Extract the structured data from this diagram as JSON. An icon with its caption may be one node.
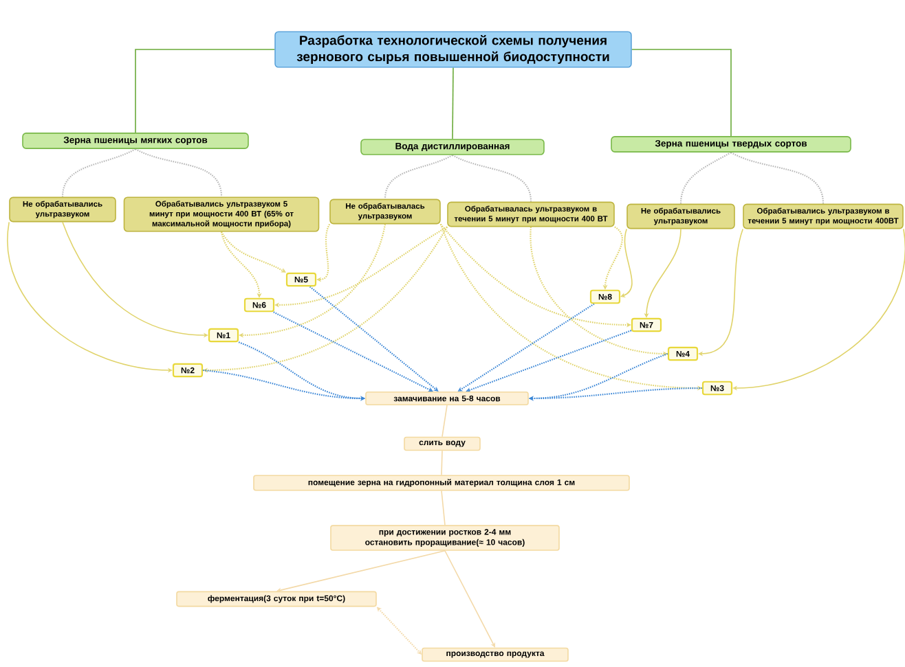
{
  "diagram": {
    "nodes": [
      {
        "text": [
          "Разработка технологической схемы получения зернового сырья повышенной биодоступности"
        ]
      },
      {
        "text": [
          "Зерна пшеницы мягких сортов"
        ]
      },
      {
        "text": [
          "Вода дистиллированная"
        ]
      },
      {
        "text": [
          "Зерна пшеницы твердых сортов"
        ]
      },
      {
        "text": [
          "Не обрабатывались ультразвуком"
        ]
      },
      {
        "text": [
          "Обрабатывались ультразвуком 5 минут при мощности 400 ВТ (65% от максимальной мощности прибора)"
        ]
      },
      {
        "text": [
          "Не обрабатывалась ультразвуком"
        ]
      },
      {
        "text": [
          "Обрабатывалась ультразвуком в течении 5 минут при мощности 400 ВТ"
        ]
      },
      {
        "text": [
          "Не обрабатывались ультразвуком"
        ]
      },
      {
        "text": [
          "Обрабатывались ультразвуком в течении 5 минут при мощности 400ВТ"
        ]
      },
      {
        "text": [
          "№5"
        ]
      },
      {
        "text": [
          "№6"
        ]
      },
      {
        "text": [
          "№1"
        ]
      },
      {
        "text": [
          "№2"
        ]
      },
      {
        "text": [
          "№8"
        ]
      },
      {
        "text": [
          "№7"
        ]
      },
      {
        "text": [
          "№4"
        ]
      },
      {
        "text": [
          "№3"
        ]
      },
      {
        "text": [
          "замачивание на 5-8 часов"
        ]
      },
      {
        "text": [
          "слить воду"
        ]
      },
      {
        "text": [
          "помещение зерна на гидропонный материал толщина слоя 1 см"
        ]
      },
      {
        "text": [
          "при достижении ростков 2-4 мм остановить проращивание(≈ 10 часов)"
        ]
      },
      {
        "text": [
          "ферментация(3 суток при t=50°С)"
        ]
      },
      {
        "text": [
          "производство продукта"
        ]
      }
    ],
    "edges": [
      {
        "from": 0,
        "to": 1,
        "arrow": "none",
        "color": "#6aaa3a"
      },
      {
        "from": 0,
        "to": 2,
        "arrow": "none",
        "color": "#6aaa3a"
      },
      {
        "from": 0,
        "to": 3,
        "arrow": "none",
        "color": "#6aaa3a"
      },
      {
        "from": 1,
        "to": 4,
        "arrow": "none",
        "style": "dashed",
        "color": "#b8b8b8"
      },
      {
        "from": 1,
        "to": 5,
        "arrow": "none",
        "style": "dashed",
        "color": "#b8b8b8"
      },
      {
        "from": 2,
        "to": 6,
        "arrow": "none",
        "style": "dashed",
        "color": "#b8b8b8"
      },
      {
        "from": 2,
        "to": 7,
        "arrow": "none",
        "style": "dashed",
        "color": "#b8b8b8"
      },
      {
        "from": 3,
        "to": 8,
        "arrow": "none",
        "style": "dashed",
        "color": "#b8b8b8"
      },
      {
        "from": 3,
        "to": 9,
        "arrow": "none",
        "style": "dashed",
        "color": "#b8b8b8"
      },
      {
        "from": 4,
        "to": 12,
        "arrow": "to"
      },
      {
        "from": 4,
        "to": 13,
        "arrow": "to"
      },
      {
        "from": 5,
        "to": 10,
        "arrow": "to",
        "style": "dashed"
      },
      {
        "from": 5,
        "to": 11,
        "arrow": "to",
        "style": "dashed"
      },
      {
        "from": 6,
        "to": 10,
        "arrow": "to",
        "style": "dashed"
      },
      {
        "from": 6,
        "to": 12,
        "arrow": "to",
        "style": "dashed"
      },
      {
        "from": 7,
        "to": 11,
        "arrow": "to",
        "style": "dashed"
      },
      {
        "from": 7,
        "to": 13,
        "arrow": "to",
        "style": "dashed"
      },
      {
        "from": 7,
        "to": 14,
        "arrow": "to",
        "style": "dashed"
      },
      {
        "from": 6,
        "to": 15,
        "arrow": "to",
        "style": "dashed"
      },
      {
        "from": 7,
        "to": 16,
        "arrow": "to",
        "style": "dashed"
      },
      {
        "from": 6,
        "to": 17,
        "arrow": "to",
        "style": "dashed"
      },
      {
        "from": 8,
        "to": 14,
        "arrow": "to"
      },
      {
        "from": 8,
        "to": 15,
        "arrow": "to"
      },
      {
        "from": 9,
        "to": 16,
        "arrow": "to"
      },
      {
        "from": 9,
        "to": 17,
        "arrow": "to"
      },
      {
        "from": 10,
        "to": 18,
        "arrow": "to",
        "style": "dashed",
        "color": "#3a86d6"
      },
      {
        "from": 11,
        "to": 18,
        "arrow": "to",
        "style": "dashed",
        "color": "#3a86d6"
      },
      {
        "from": 12,
        "to": 18,
        "arrow": "to",
        "style": "dashed",
        "color": "#3a86d6"
      },
      {
        "from": 13,
        "to": 18,
        "arrow": "to",
        "style": "dashed",
        "color": "#3a86d6"
      },
      {
        "from": 14,
        "to": 18,
        "arrow": "to",
        "style": "dashed",
        "color": "#3a86d6"
      },
      {
        "from": 15,
        "to": 18,
        "arrow": "to",
        "style": "dashed",
        "color": "#3a86d6"
      },
      {
        "from": 16,
        "to": 18,
        "arrow": "to",
        "style": "dashed",
        "color": "#3a86d6"
      },
      {
        "from": 17,
        "to": 18,
        "arrow": "to",
        "style": "dashed",
        "color": "#3a86d6"
      },
      {
        "from": 18,
        "to": 19,
        "arrow": "none",
        "color": "#f3d9a8"
      },
      {
        "from": 19,
        "to": 20,
        "arrow": "none",
        "color": "#f3d9a8"
      },
      {
        "from": 20,
        "to": 21,
        "arrow": "none",
        "color": "#f3d9a8"
      },
      {
        "from": 21,
        "to": 22,
        "arrow": "to",
        "color": "#f3d9a8"
      },
      {
        "from": 21,
        "to": 23,
        "arrow": "to",
        "color": "#f3d9a8"
      },
      {
        "from": 22,
        "to": 23,
        "arrow": "both",
        "style": "dashed",
        "color": "#f3d9a8"
      }
    ]
  }
}
